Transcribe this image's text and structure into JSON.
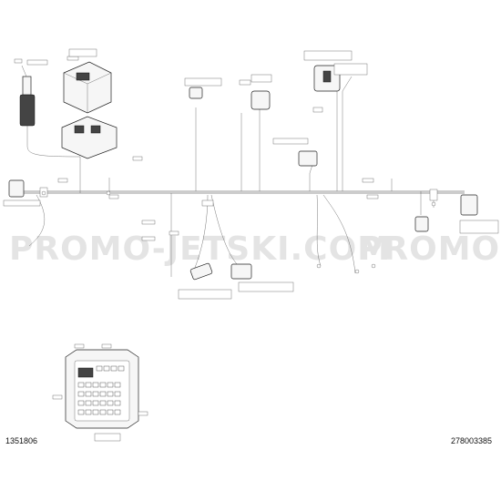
{
  "watermark": {
    "text_left": "PROMO-JETSKI.COM",
    "text_right": "PROMO-J"
  },
  "references": {
    "left_code": "1351806",
    "right_code": "278003385"
  },
  "colors": {
    "background": "#ffffff",
    "line": "#333333",
    "watermark": "#e4e4e4"
  },
  "icons": [
    "relay-fuse-box-icon",
    "horn-icon",
    "connector-icon",
    "ecm-module-icon",
    "clip-icon"
  ]
}
